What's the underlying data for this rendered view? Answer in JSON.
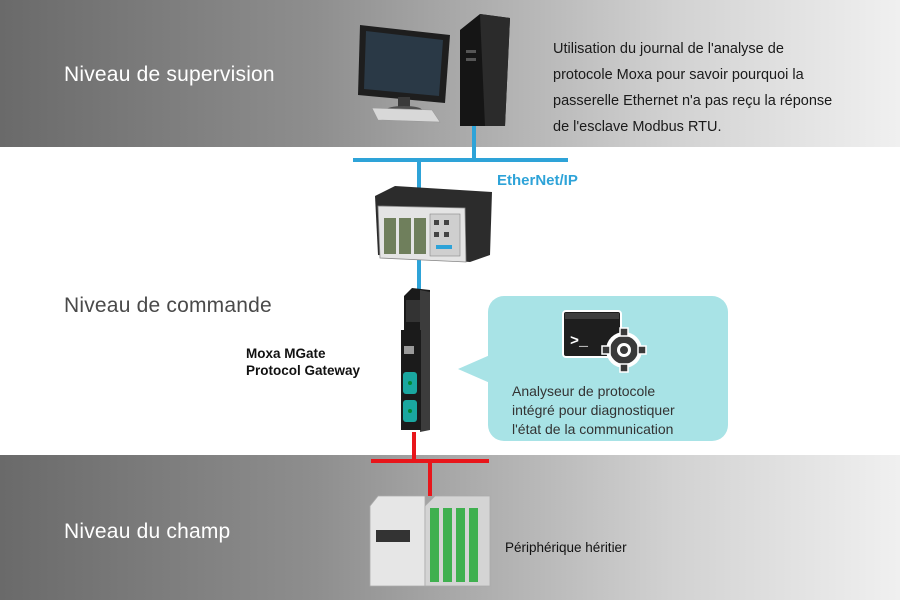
{
  "levels": {
    "supervision": "Niveau de supervision",
    "command": "Niveau de commande",
    "field": "Niveau du champ"
  },
  "supervision_description": [
    "Utilisation du journal de l'analyse de",
    "protocole Moxa pour savoir pourquoi la",
    "passerelle Ethernet n'a pas reçu la réponse",
    "de l'esclave Modbus RTU."
  ],
  "network_label": "EtherNet/IP",
  "gateway_label": [
    "Moxa MGate",
    "Protocol Gateway"
  ],
  "analyzer_description": [
    "Analyseur de protocole",
    "intégré pour diagnostiquer",
    "l'état de la communication"
  ],
  "legacy_device_label": "Périphérique héritier",
  "colors": {
    "ethernet_line": "#2ea3d8",
    "serial_line": "#e8161b",
    "bubble": "#a8e3e6"
  },
  "icons": {
    "workstation": "computer-monitor-tower",
    "plc": "plc-rack",
    "gateway": "din-rail-gateway",
    "analyzer": "terminal-gear-icon",
    "legacy": "legacy-device-module"
  }
}
